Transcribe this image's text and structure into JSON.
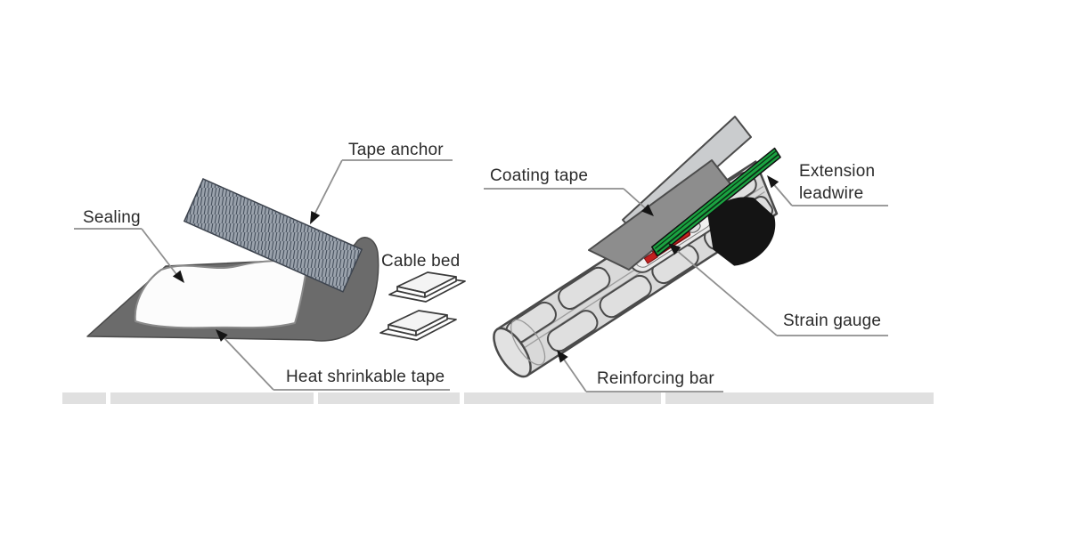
{
  "figure": {
    "left_assembly": {
      "labels": {
        "tape_anchor": "Tape anchor",
        "sealing": "Sealing",
        "cable_bed": "Cable bed",
        "heat_shrinkable_tape": "Heat shrinkable tape"
      }
    },
    "right_assembly": {
      "labels": {
        "coating_tape": "Coating tape",
        "extension_leadwire": {
          "line1": "Extension",
          "line2": "leadwire"
        },
        "strain_gauge": "Strain gauge",
        "reinforcing_bar": "Reinforcing bar"
      }
    },
    "colors": {
      "label_text": "#2b2b2b",
      "leader_line": "#8f8f8f",
      "underline": "#9c9c9c",
      "arrowhead": "#141414",
      "heat_shrinkable_tape": "#6b6b6b",
      "sealing_fill": "#fcfcfc",
      "tape_anchor_fill": "#9aa2ac",
      "tape_anchor_hatch": "#46505d",
      "cable_bed_fill": "#ffffff",
      "bar_body": "#d9d9d9",
      "bar_outline": "#4a4a4a",
      "rib_fill": "#dfdfdf",
      "gauge_pad_fill": "#e9e9e9",
      "strain_gauge_red": "#c32120",
      "leadwire_green": "#1ba341",
      "protective_cover_black": "#141414",
      "coating_tape_front": "#8d8d8d",
      "coating_tape_back": "#caccce",
      "bottom_strip": "#e0e0e0"
    }
  }
}
